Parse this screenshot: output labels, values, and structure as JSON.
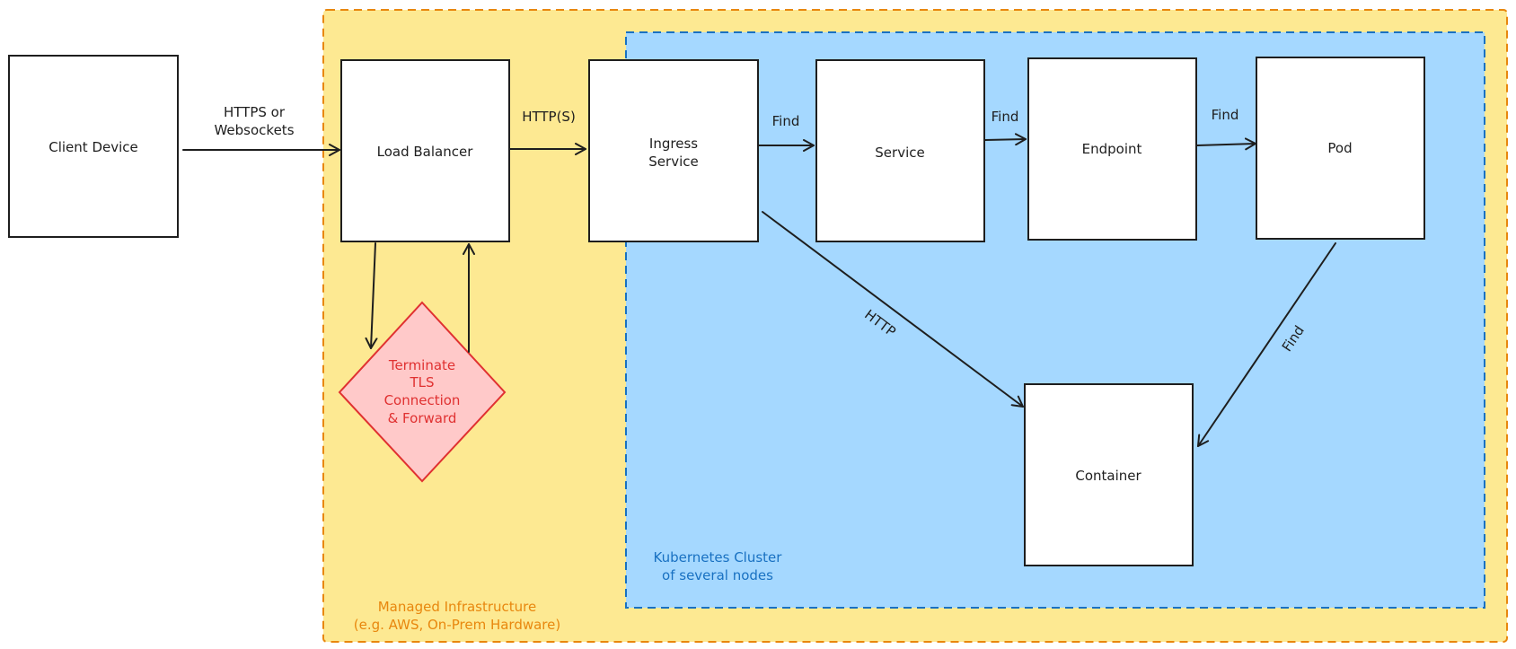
{
  "colors": {
    "managed_fill": "#fde992",
    "managed_stroke": "#e8870e",
    "cluster_fill": "#a5d8ff",
    "cluster_stroke": "#1971c2",
    "diamond_fill": "#ffc9c9",
    "diamond_stroke": "#e03131",
    "ink": "#1e1e1e"
  },
  "regions": {
    "managed": {
      "line1": "Managed Infrastructure",
      "line2": "(e.g. AWS, On-Prem Hardware)"
    },
    "cluster": {
      "line1": "Kubernetes Cluster",
      "line2": "of several nodes"
    }
  },
  "nodes": {
    "client": "Client Device",
    "load_balancer": "Load Balancer",
    "ingress": {
      "line1": "Ingress",
      "line2": "Service"
    },
    "service": "Service",
    "endpoint": "Endpoint",
    "pod": "Pod",
    "container": "Container",
    "tls": {
      "line1": "Terminate",
      "line2": "TLS",
      "line3": "Connection",
      "line4": "& Forward"
    }
  },
  "edges": {
    "client_to_lb": {
      "line1": "HTTPS or",
      "line2": "Websockets"
    },
    "lb_to_ingress": "HTTP(S)",
    "ingress_to_service": "Find",
    "service_to_endpoint": "Find",
    "endpoint_to_pod": "Find",
    "ingress_to_container": "HTTP",
    "pod_to_container": "Find"
  }
}
